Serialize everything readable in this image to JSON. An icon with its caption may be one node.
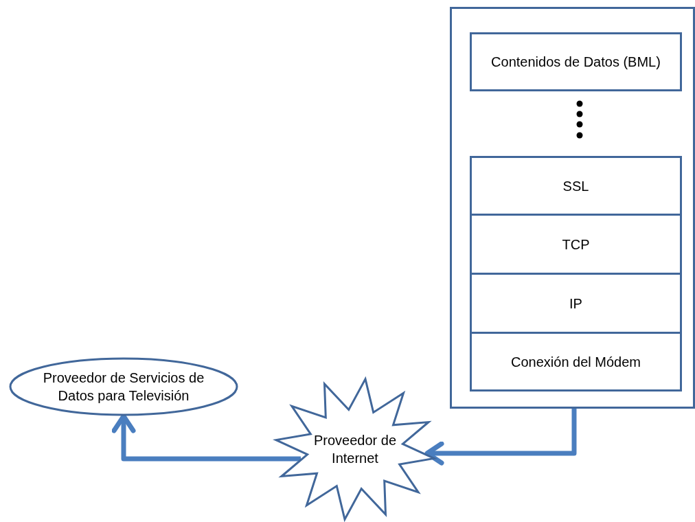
{
  "diagram": {
    "nodes": [
      {
        "text": [],
        "shape": "box"
      },
      {
        "text": [
          "Contenidos de Datos (BML)"
        ],
        "in": 0
      },
      {
        "text": [
          "SSL"
        ],
        "in": 0
      },
      {
        "text": [
          "TCP"
        ],
        "in": 0
      },
      {
        "text": [
          "IP"
        ],
        "in": 0
      },
      {
        "text": [
          "Conexión del Módem"
        ],
        "in": 0
      },
      {
        "text": [
          "Proveedor de Servicios de Datos para Televisión"
        ]
      },
      {
        "text": [
          "Proveedor de Internet"
        ]
      }
    ],
    "edges": [
      {
        "from": 0,
        "to": 7,
        "arrow": "to"
      },
      {
        "from": 7,
        "to": 6,
        "arrow": "to"
      }
    ]
  }
}
